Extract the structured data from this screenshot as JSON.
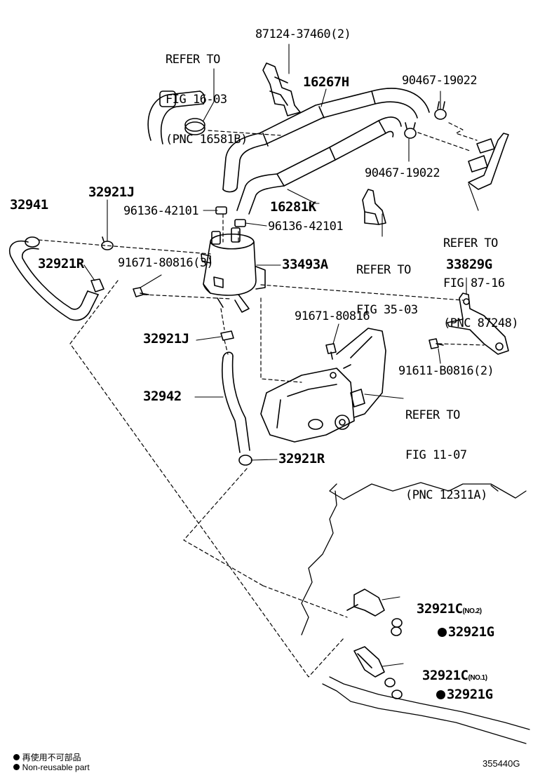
{
  "refs": {
    "fig16": [
      "REFER TO",
      "FIG 16-03",
      "(PNC 16581B)"
    ],
    "fig87": [
      "REFER TO",
      "FIG 87-16",
      "(PNC 87248)"
    ],
    "fig35": [
      "REFER TO",
      "FIG 35-03"
    ],
    "fig11": [
      "REFER TO",
      "FIG 11-07",
      "(PNC 12311A)"
    ]
  },
  "parts": {
    "p87124": "87124-37460(2)",
    "p16267H": "16267H",
    "p90467a": "90467-19022",
    "p90467b": "90467-19022",
    "p16281K": "16281K",
    "p32941": "32941",
    "p32921J_top": "32921J",
    "p96136a": "96136-42101",
    "p96136b": "96136-42101",
    "p32921R_left": "32921R",
    "p91671_3": "91671-80816(3)",
    "p33493A": "33493A",
    "p33829G": "33829G",
    "p91671": "91671-80816",
    "p32921J_mid": "32921J",
    "p91611": "91611-B0816(2)",
    "p32942": "32942",
    "p32921R_bottom": "32921R",
    "p32921C_no2": "32921C",
    "no2": "(NO.2)",
    "p32921G_a": "32921G",
    "p32921C_no1": "32921C",
    "no1": "(NO.1)",
    "p32921G_b": "32921G"
  },
  "legend": {
    "line1": "再使用不可部品",
    "line2": "Non-reusable part"
  },
  "diagram_id": "355440G"
}
